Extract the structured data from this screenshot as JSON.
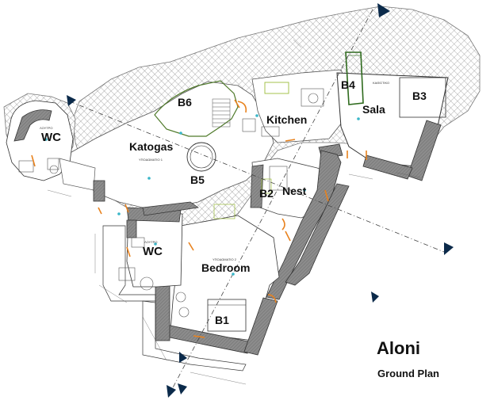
{
  "title": "Aloni",
  "subtitle": "Ground Plan",
  "rooms": {
    "wc_west": "WC",
    "katogas": "Katogas",
    "b6": "B6",
    "b5": "B5",
    "kitchen": "Kitchen",
    "b4": "B4",
    "sala": "Sala",
    "b3": "B3",
    "b2": "B2",
    "nest": "Nest",
    "wc_south": "WC",
    "bedroom": "Bedroom",
    "b1": "B1"
  },
  "small_labels": {
    "katogas_area": "ΥΠΟΔΩΜΑΤΙΟ 1",
    "bedroom_area": "ΥΠΟΔΩΜΑΤΙΟ 2",
    "wc_west_tag": "ΛΟΥΤΡΟ",
    "wc_south_tag": "ΛΟΥΤΡΟ",
    "sala_tag": "ΚΑΘΙΣΤΙΚΟ"
  },
  "colors": {
    "hatch": "#8a8a8a",
    "wall": "#7a7a7a",
    "orange": "#e8821e",
    "green": "#4f7a2a",
    "marker": "#0b2a4a",
    "cyan": "#39b6c8"
  }
}
